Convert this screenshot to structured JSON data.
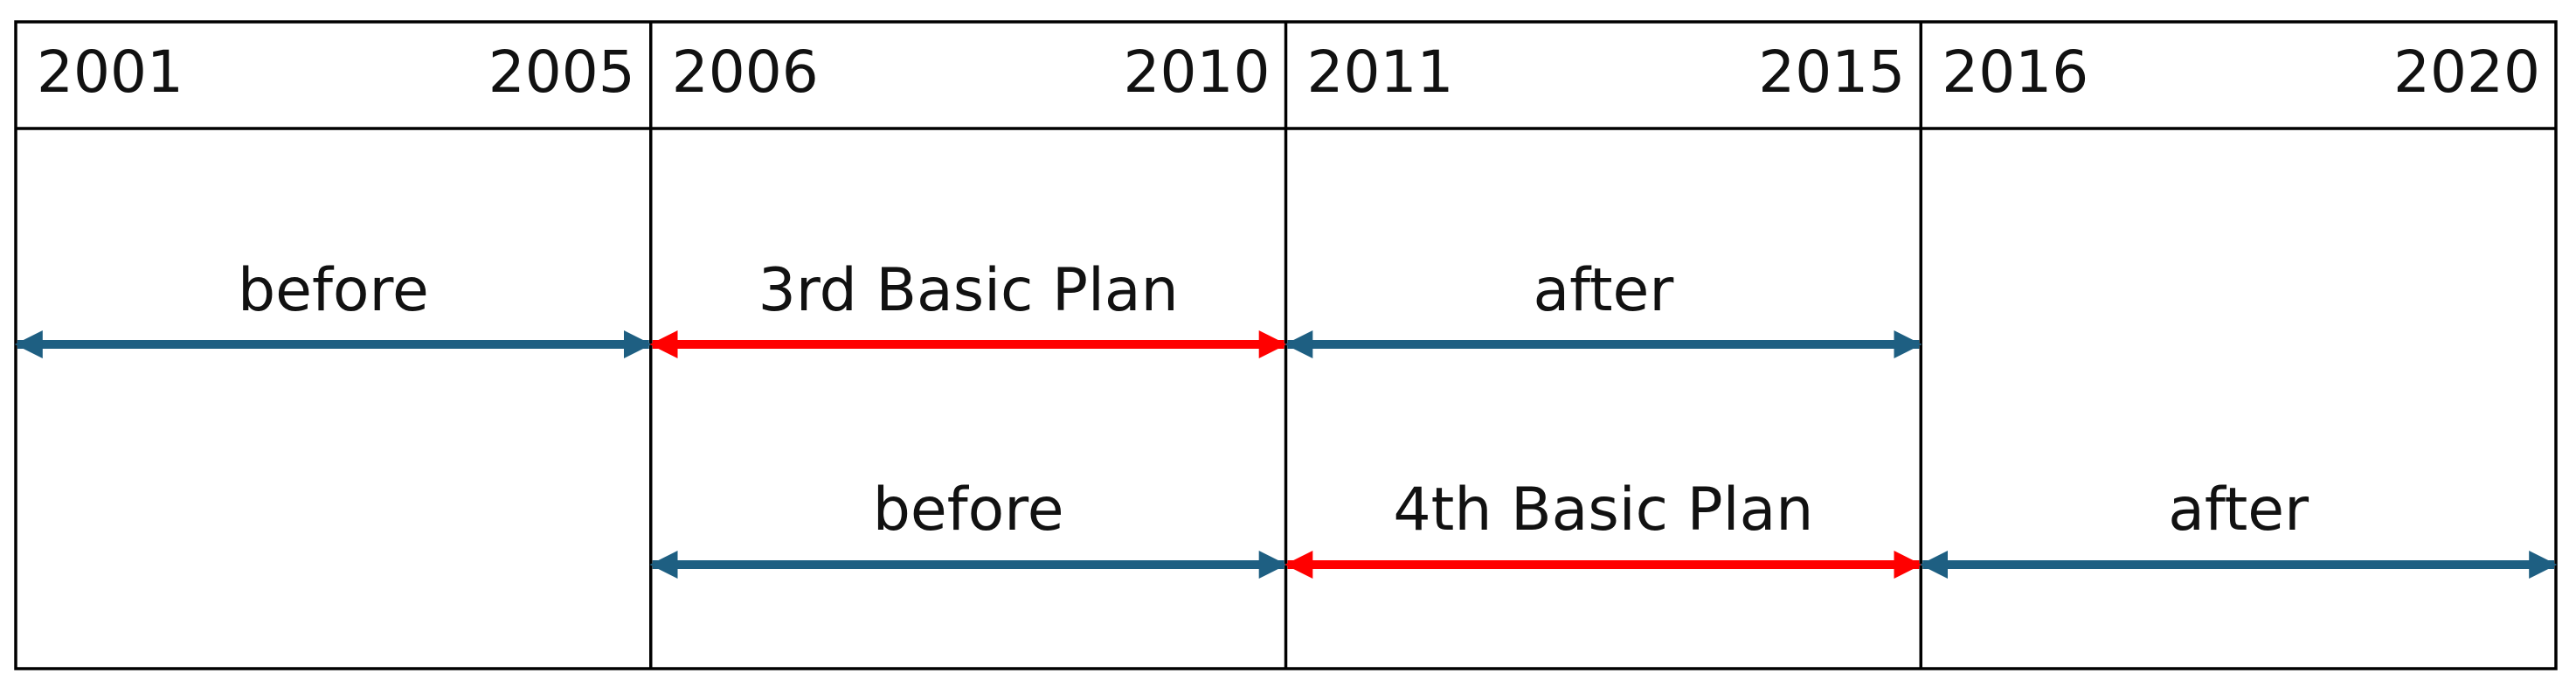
{
  "colors": {
    "grid": "#000000",
    "context_arrow": "#1e5f82",
    "plan_arrow": "#ff0000"
  },
  "periods": [
    {
      "start": "2001",
      "end": "2005"
    },
    {
      "start": "2006",
      "end": "2010"
    },
    {
      "start": "2011",
      "end": "2015"
    },
    {
      "start": "2016",
      "end": "2020"
    }
  ],
  "rows": [
    {
      "spans": [
        {
          "label": "before",
          "period": 0,
          "kind": "context"
        },
        {
          "label": "3rd Basic Plan",
          "period": 1,
          "kind": "plan"
        },
        {
          "label": "after",
          "period": 2,
          "kind": "context"
        }
      ]
    },
    {
      "spans": [
        {
          "label": "before",
          "period": 1,
          "kind": "context"
        },
        {
          "label": "4th Basic Plan",
          "period": 2,
          "kind": "plan"
        },
        {
          "label": "after",
          "period": 3,
          "kind": "context"
        }
      ]
    }
  ]
}
